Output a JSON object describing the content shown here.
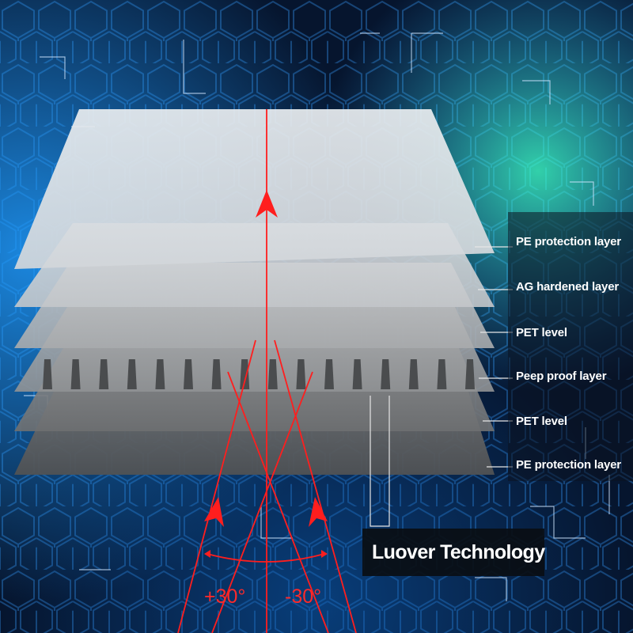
{
  "layers": [
    {
      "label": "PE protection layer"
    },
    {
      "label": "AG hardened layer"
    },
    {
      "label": "PET level"
    },
    {
      "label": "Peep proof layer"
    },
    {
      "label": "PET level"
    },
    {
      "label": "PE protection layer"
    }
  ],
  "brand": "Luover Technology",
  "angles": {
    "positive": "+30°",
    "negative": "-30°"
  },
  "colors": {
    "background": "#06152e",
    "hex_glow": "#1fa8ff",
    "ray": "#ff1e1e",
    "label_box": "#0a0e14"
  }
}
